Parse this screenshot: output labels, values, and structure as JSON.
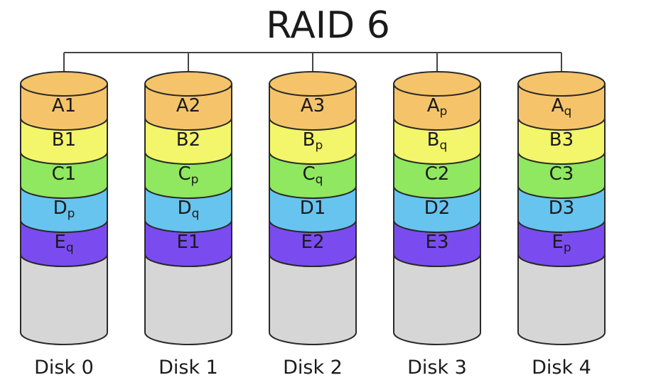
{
  "title": "RAID 6",
  "colors": {
    "A": "#f5c46a",
    "B": "#f3f56a",
    "C": "#8fe85f",
    "D": "#67c4ee",
    "E": "#7a4cf0",
    "empty": "#d6d6d6",
    "outline": "#2a2a2a",
    "bus": "#444444"
  },
  "disks": [
    {
      "name": "Disk 0",
      "blocks": [
        {
          "row": "A",
          "main": "A",
          "sub": "1"
        },
        {
          "row": "B",
          "main": "B",
          "sub": "1"
        },
        {
          "row": "C",
          "main": "C",
          "sub": "1"
        },
        {
          "row": "D",
          "main": "D",
          "sub": "p"
        },
        {
          "row": "E",
          "main": "E",
          "sub": "q"
        }
      ]
    },
    {
      "name": "Disk 1",
      "blocks": [
        {
          "row": "A",
          "main": "A",
          "sub": "2"
        },
        {
          "row": "B",
          "main": "B",
          "sub": "2"
        },
        {
          "row": "C",
          "main": "C",
          "sub": "p"
        },
        {
          "row": "D",
          "main": "D",
          "sub": "q"
        },
        {
          "row": "E",
          "main": "E",
          "sub": "1"
        }
      ]
    },
    {
      "name": "Disk 2",
      "blocks": [
        {
          "row": "A",
          "main": "A",
          "sub": "3"
        },
        {
          "row": "B",
          "main": "B",
          "sub": "p"
        },
        {
          "row": "C",
          "main": "C",
          "sub": "q"
        },
        {
          "row": "D",
          "main": "D",
          "sub": "1"
        },
        {
          "row": "E",
          "main": "E",
          "sub": "2"
        }
      ]
    },
    {
      "name": "Disk 3",
      "blocks": [
        {
          "row": "A",
          "main": "A",
          "sub": "p"
        },
        {
          "row": "B",
          "main": "B",
          "sub": "q"
        },
        {
          "row": "C",
          "main": "C",
          "sub": "2"
        },
        {
          "row": "D",
          "main": "D",
          "sub": "2"
        },
        {
          "row": "E",
          "main": "E",
          "sub": "3"
        }
      ]
    },
    {
      "name": "Disk 4",
      "blocks": [
        {
          "row": "A",
          "main": "A",
          "sub": "q"
        },
        {
          "row": "B",
          "main": "B",
          "sub": "3"
        },
        {
          "row": "C",
          "main": "C",
          "sub": "3"
        },
        {
          "row": "D",
          "main": "D",
          "sub": "3"
        },
        {
          "row": "E",
          "main": "E",
          "sub": "p"
        }
      ]
    }
  ]
}
